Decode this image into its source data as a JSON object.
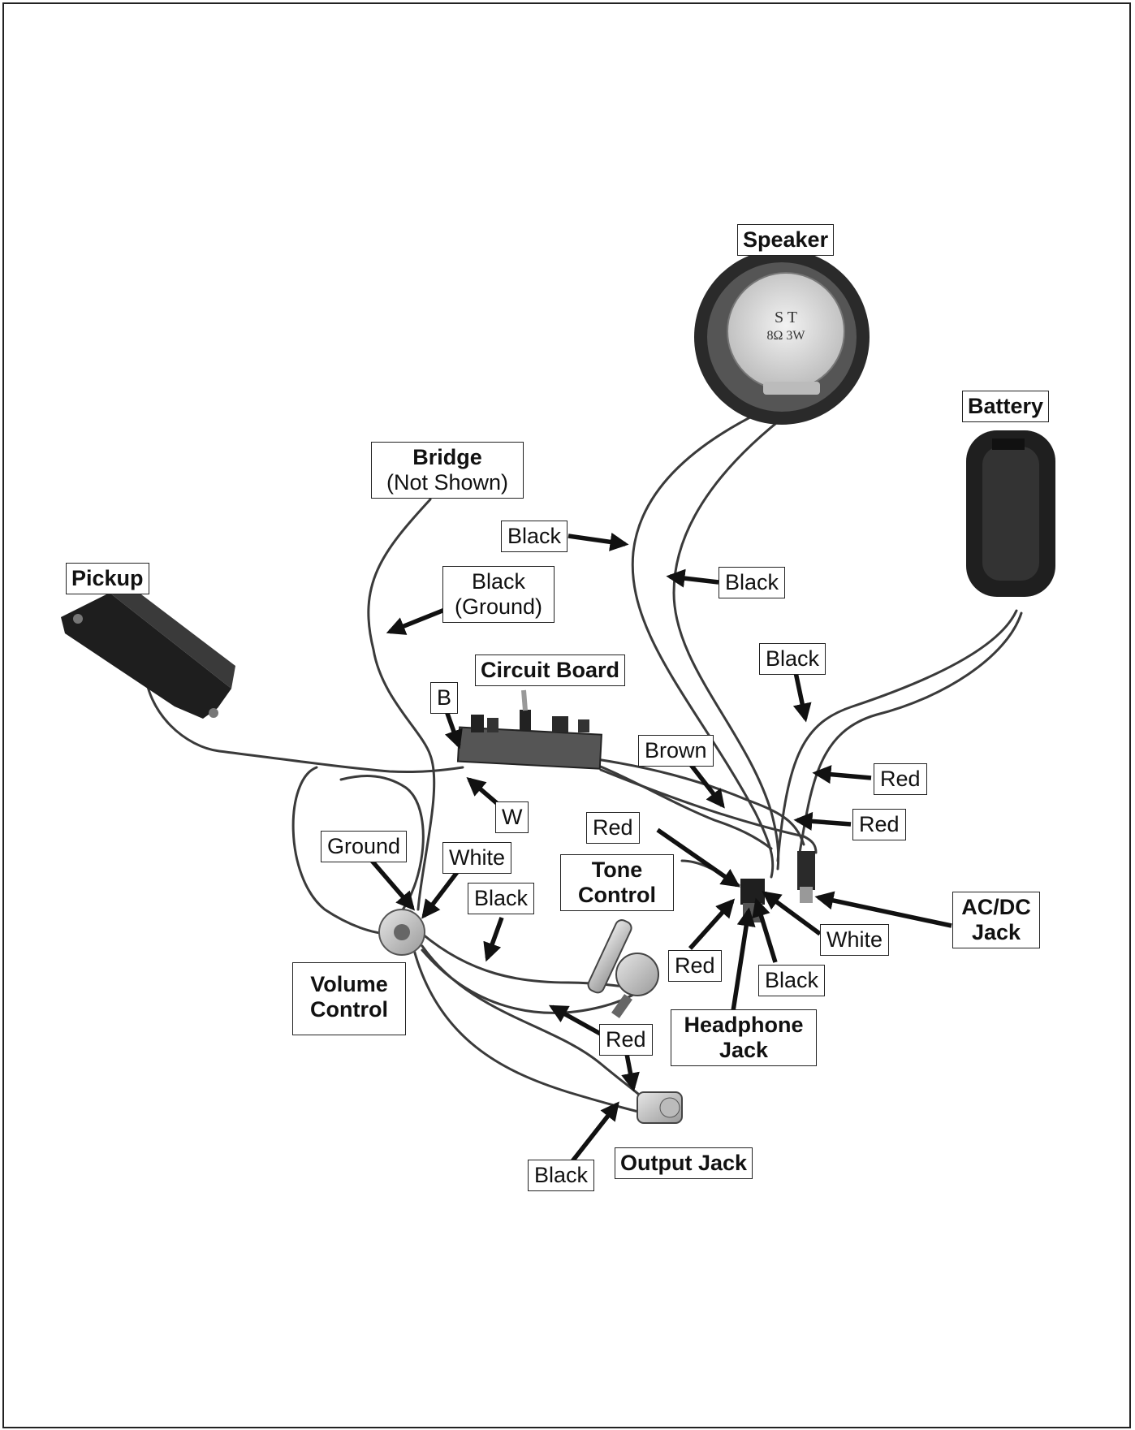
{
  "components": {
    "speaker": "Speaker",
    "speaker_marking_1": "S T",
    "speaker_marking_2": "8Ω 3W",
    "battery": "Battery",
    "bridge": "Bridge",
    "bridge_note": "(Not Shown)",
    "pickup": "Pickup",
    "circuit_board": "Circuit Board",
    "tone_control_1": "Tone",
    "tone_control_2": "Control",
    "volume_control_1": "Volume",
    "volume_control_2": "Control",
    "ac_dc_jack_1": "AC/DC",
    "ac_dc_jack_2": "Jack",
    "headphone_jack_1": "Headphone",
    "headphone_jack_2": "Jack",
    "output_jack": "Output Jack"
  },
  "wires": {
    "black_speaker_left": "Black",
    "black_speaker_right": "Black",
    "black_ground_1": "Black",
    "black_ground_2": "(Ground)",
    "board_b": "B",
    "board_w": "W",
    "black_battery": "Black",
    "brown": "Brown",
    "red_battery": "Red",
    "red_upper": "Red",
    "red_headphone": "Red",
    "ground": "Ground",
    "white_volume": "White",
    "black_volume": "Black",
    "white_headphone": "White",
    "red_headphone_lower": "Red",
    "black_headphone": "Black",
    "red_output": "Red",
    "black_output": "Black"
  },
  "colors": {
    "ink": "#111111",
    "wire": "#3a3a3a",
    "component_dark": "#2a2a2a",
    "component_light": "#cfcfcf"
  }
}
